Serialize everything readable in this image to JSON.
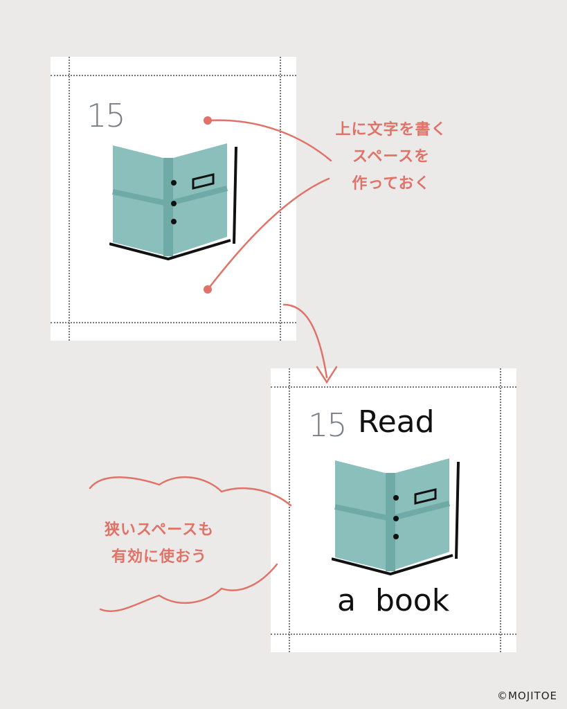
{
  "card_before": {
    "number": "15"
  },
  "card_after": {
    "number": "15",
    "title_top": "Read",
    "title_bottom": "a book"
  },
  "note_top": {
    "lines": [
      "上に文字を書く",
      "スペースを",
      "作っておく"
    ]
  },
  "note_bottom": {
    "lines": [
      "狭いスペースも",
      "有効に使おう"
    ]
  },
  "credit": "©MOJITOE",
  "colors": {
    "background": "#ECEAE8",
    "accent": "#E07268",
    "book": "#8BBFBC",
    "book_dark": "#6FAAA7"
  }
}
